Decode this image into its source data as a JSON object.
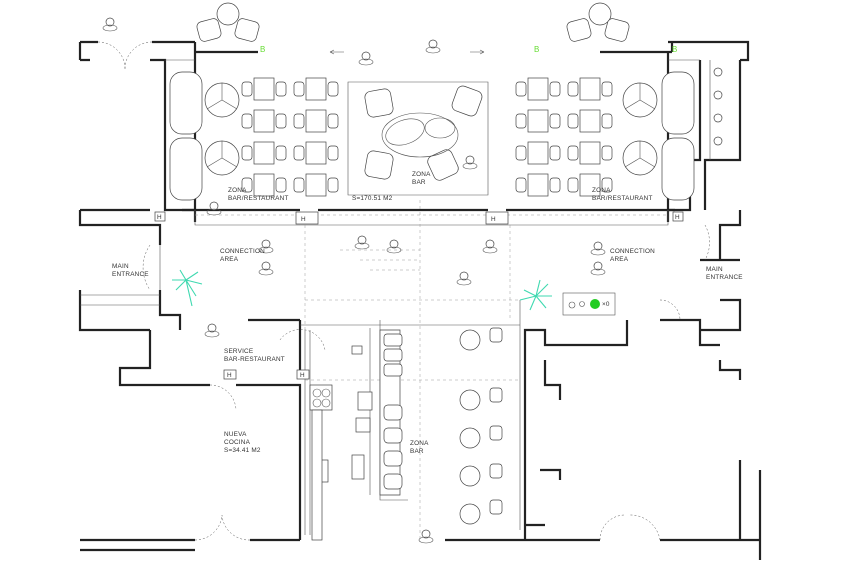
{
  "labels": {
    "zona_bar_restaurant_left": [
      "ZONA",
      "BAR/RESTAURANT"
    ],
    "zona_bar_restaurant_right": [
      "ZONA",
      "BAR/RESTAURANT"
    ],
    "zona_bar_top": [
      "ZONA",
      "BAR"
    ],
    "surface_main": "S=170.51  M2",
    "connection_left": [
      "CONNECTION",
      "AREA"
    ],
    "connection_right": [
      "CONNECTION",
      "AREA"
    ],
    "main_entrance_left": [
      "MAIN",
      "ENTRANCE"
    ],
    "main_entrance_right": [
      "MAIN",
      "ENTRANCE"
    ],
    "service_bar": [
      "SERVICE",
      "BAR-RESTAURANT"
    ],
    "nueva_cocina": [
      "NUEVA",
      "COCINA"
    ],
    "surface_kitchen": "S=34.41  M2",
    "zona_bar_lower": [
      "ZONA",
      "BAR"
    ],
    "h_marker": "H",
    "b_marker": "B",
    "legend_x": "×0"
  },
  "colors": {
    "walls": "#222222",
    "lines": "#555555",
    "plants": "#3fd9b0",
    "plant_legend": "#22cc22",
    "markers_b": "#66dd33"
  }
}
